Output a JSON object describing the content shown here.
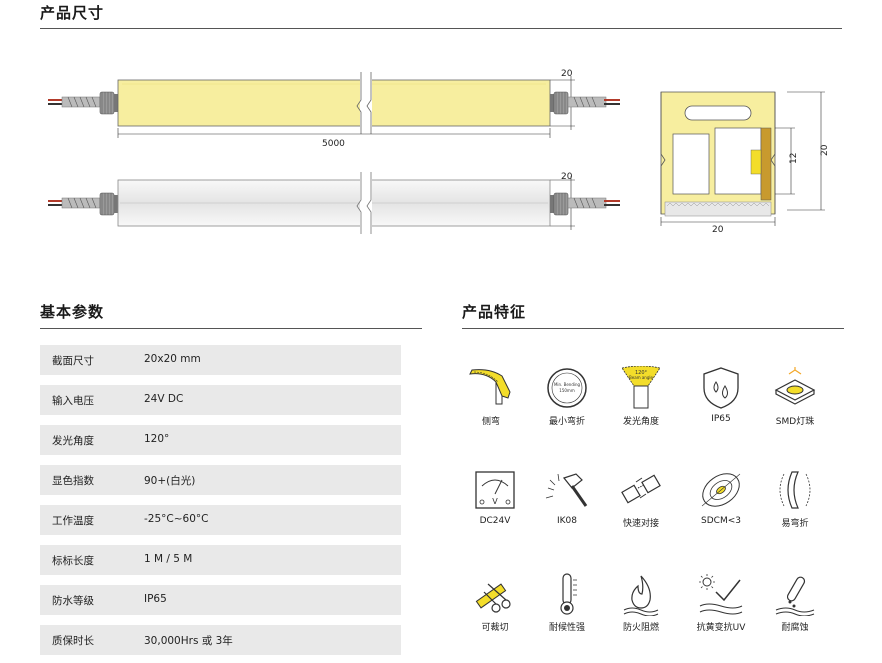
{
  "sections": {
    "size_title": "产品尺寸",
    "params_title": "基本参数",
    "features_title": "产品特征"
  },
  "drawing": {
    "length": "5000",
    "width_top": "20",
    "width_bottom": "20",
    "cross_width": "20",
    "cross_height": "20",
    "inner_height": "12"
  },
  "params": [
    {
      "label": "截面尺寸",
      "value": "20x20 mm"
    },
    {
      "label": "输入电压",
      "value": "24V DC"
    },
    {
      "label": "发光角度",
      "value": "120°"
    },
    {
      "label": "显色指数",
      "value": "90+(白光)"
    },
    {
      "label": "工作温度",
      "value": "-25°C~60°C"
    },
    {
      "label": "标标长度",
      "value": "1 M / 5 M"
    },
    {
      "label": "防水等级",
      "value": "IP65"
    },
    {
      "label": "质保时长",
      "value": "30,000Hrs 或 3年"
    }
  ],
  "features": [
    {
      "name": "侧弯",
      "icon": "side-bend-icon"
    },
    {
      "name": "最小弯折",
      "icon": "min-bending-icon",
      "inner_text": "Min. Bending 150mm"
    },
    {
      "name": "发光角度",
      "icon": "beam-angle-icon",
      "inner_text": "120° Beam angle"
    },
    {
      "name": "IP65",
      "icon": "waterproof-shield-icon"
    },
    {
      "name": "SMD灯珠",
      "icon": "smd-chip-icon"
    },
    {
      "name": "DC24V",
      "icon": "voltmeter-icon"
    },
    {
      "name": "IK08",
      "icon": "hammer-impact-icon"
    },
    {
      "name": "快速对接",
      "icon": "quick-connect-icon"
    },
    {
      "name": "SDCM<3",
      "icon": "color-consistency-icon"
    },
    {
      "name": "易弯折",
      "icon": "easy-bend-icon"
    },
    {
      "name": "可裁切",
      "icon": "cuttable-icon"
    },
    {
      "name": "耐候性强",
      "icon": "thermometer-icon"
    },
    {
      "name": "防火阻燃",
      "icon": "flame-retardant-icon"
    },
    {
      "name": "抗黄变抗UV",
      "icon": "anti-uv-icon"
    },
    {
      "name": "耐腐蚀",
      "icon": "corrosion-resistant-icon"
    }
  ],
  "colors": {
    "strip_yellow": "#f7ee9f",
    "strip_white": "#f0f0f0",
    "param_bg": "#e9e9e9",
    "rule": "#555555"
  }
}
